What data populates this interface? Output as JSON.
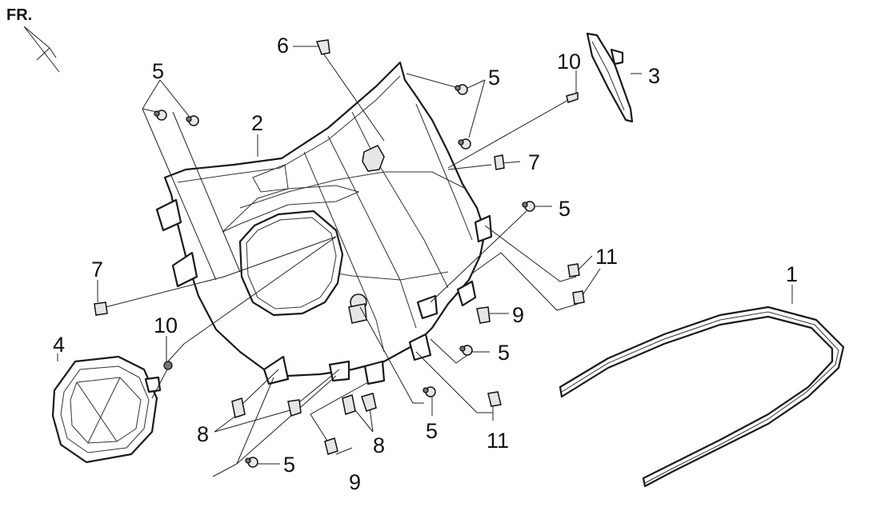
{
  "orientation": {
    "label": "FR."
  },
  "callouts": [
    {
      "id": "c1",
      "label": "1"
    },
    {
      "id": "c2",
      "label": "2"
    },
    {
      "id": "c3",
      "label": "3"
    },
    {
      "id": "c4",
      "label": "4"
    },
    {
      "id": "c5a",
      "label": "5"
    },
    {
      "id": "c5b",
      "label": "5"
    },
    {
      "id": "c5c",
      "label": "5"
    },
    {
      "id": "c5d",
      "label": "5"
    },
    {
      "id": "c5e",
      "label": "5"
    },
    {
      "id": "c5f",
      "label": "5"
    },
    {
      "id": "c6",
      "label": "6"
    },
    {
      "id": "c7a",
      "label": "7"
    },
    {
      "id": "c7b",
      "label": "7"
    },
    {
      "id": "c8a",
      "label": "8"
    },
    {
      "id": "c8b",
      "label": "8"
    },
    {
      "id": "c9a",
      "label": "9"
    },
    {
      "id": "c9b",
      "label": "9"
    },
    {
      "id": "c10a",
      "label": "10"
    },
    {
      "id": "c10b",
      "label": "10"
    },
    {
      "id": "c11a",
      "label": "11"
    },
    {
      "id": "c11b",
      "label": "11"
    }
  ]
}
